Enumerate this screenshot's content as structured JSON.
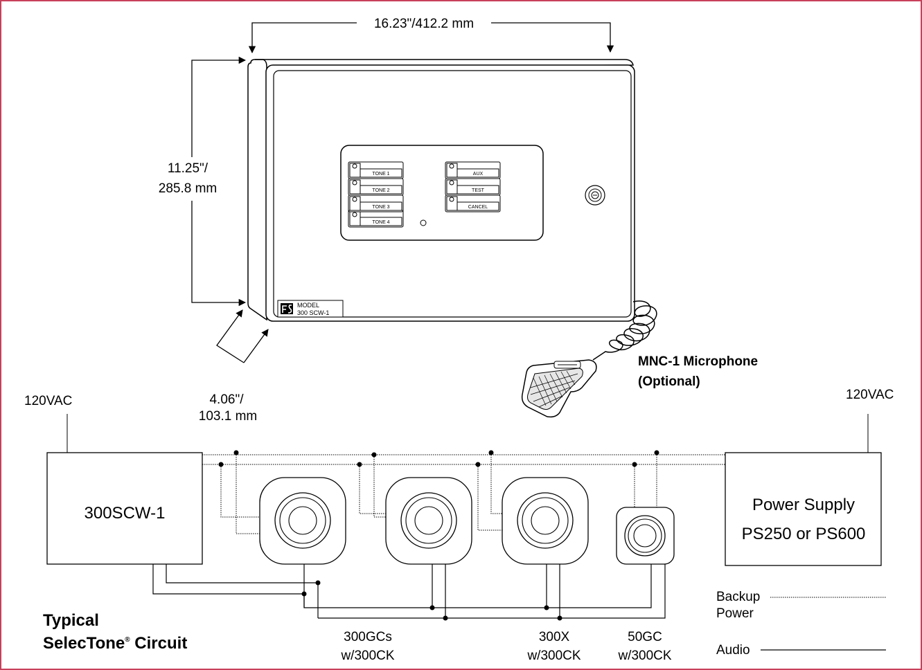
{
  "colors": {
    "border": "#c8405a",
    "line": "#000000",
    "background": "#ffffff"
  },
  "dimensions": {
    "width_label": "16.23\"/412.2 mm",
    "height_label_line1": "11.25\"/",
    "height_label_line2": "285.8 mm",
    "depth_label_line1": "4.06\"/",
    "depth_label_line2": "103.1 mm"
  },
  "panel": {
    "buttons_left": [
      "TONE 1",
      "TONE 2",
      "TONE 3",
      "TONE 4"
    ],
    "buttons_right": [
      "AUX",
      "TEST",
      "CANCEL"
    ],
    "model_line1": "MODEL",
    "model_line2": "300  SCW-1",
    "keylock_icon": "keylock-icon",
    "logo_icon": "manufacturer-logo-icon"
  },
  "microphone": {
    "label_line1": "MNC-1 Microphone",
    "label_line2": "(Optional)",
    "icon": "handheld-microphone-icon"
  },
  "circuit": {
    "left_power_label": "120VAC",
    "right_power_label": "120VAC",
    "controller_label": "300SCW-1",
    "power_supply_line1": "Power Supply",
    "power_supply_line2": "PS250 or PS600",
    "speaker_labels": [
      {
        "line1": "300GCs",
        "line2": "w/300CK"
      },
      {
        "line1": "300X",
        "line2": "w/300CK"
      },
      {
        "line1": "50GC",
        "line2": "w/300CK"
      }
    ],
    "title_line1": "Typical",
    "title_line2": "SelecTone",
    "title_reg": "®",
    "title_line2_suffix": " Circuit"
  },
  "legend": {
    "backup_line1": "Backup",
    "backup_line2": "Power",
    "audio": "Audio"
  }
}
